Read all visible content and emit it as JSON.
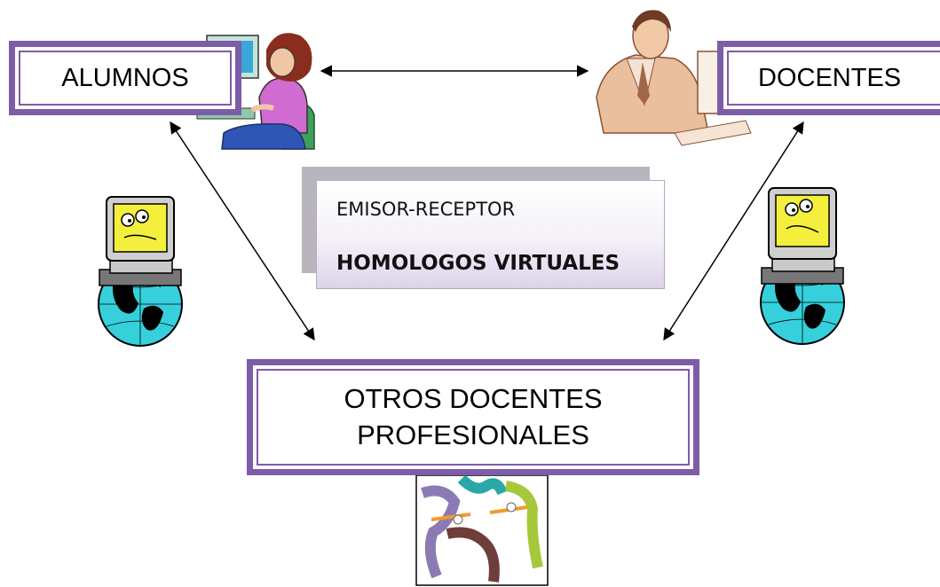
{
  "nodes": {
    "alumnos": "ALUMNOS",
    "docentes": "DOCENTES",
    "otros_line1": "OTROS DOCENTES",
    "otros_line2": "PROFESIONALES"
  },
  "center": {
    "line1": "EMISOR-RECEPTOR",
    "line2": "HOMOLOGOS VIRTUALES"
  },
  "colors": {
    "box_border": "#7d5ca8",
    "arrow": "#000000"
  },
  "icons": [
    "student-computer-icon",
    "teacher-computer-icon",
    "globe-computer-icon",
    "globe-computer-icon",
    "network-people-icon"
  ]
}
